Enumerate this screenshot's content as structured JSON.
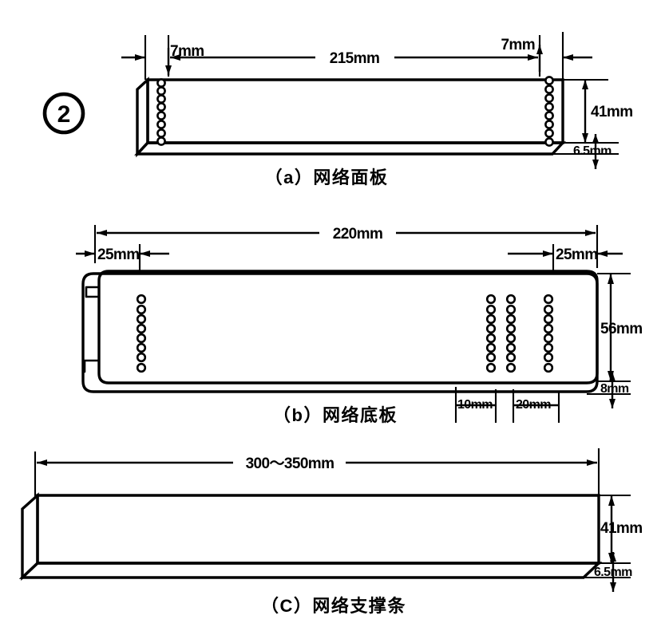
{
  "figure": {
    "number_label": "2",
    "number_icon": "circled-number-icon"
  },
  "views": [
    {
      "id": "a",
      "caption": "（a）网络面板",
      "dimensions": {
        "left_margin": "7mm",
        "overall_width": "215mm",
        "right_margin": "7mm",
        "height": "41mm",
        "depth": "6.5mm"
      },
      "hole_columns": 2,
      "holes_per_column": 8
    },
    {
      "id": "b",
      "caption": "（b）网络底板",
      "dimensions": {
        "overall_width": "220mm",
        "left_margin": "25mm",
        "right_margin": "25mm",
        "height": "56mm",
        "depth": "8mm",
        "hole_spacing_inner": "10mm",
        "hole_spacing_outer": "20mm"
      },
      "hole_columns": 4,
      "holes_per_column": 8
    },
    {
      "id": "c",
      "caption": "（C）网络支撑条",
      "dimensions": {
        "overall_length": "300～350mm",
        "height": "41mm",
        "depth": "6.5mm"
      },
      "hole_columns": 0,
      "holes_per_column": 0
    }
  ]
}
